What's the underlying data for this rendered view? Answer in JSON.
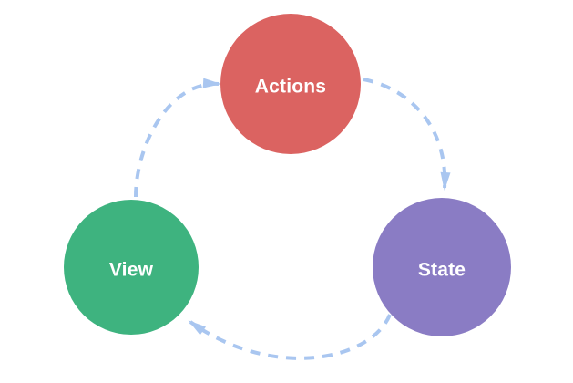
{
  "diagram": {
    "background_color": "#ffffff",
    "arrow_color": "#a9c6f0",
    "label_color": "#ffffff",
    "nodes": [
      {
        "id": "actions",
        "label": "Actions",
        "color": "#db6361"
      },
      {
        "id": "view",
        "label": "View",
        "color": "#3eb37f"
      },
      {
        "id": "state",
        "label": "State",
        "color": "#8a7cc4"
      }
    ],
    "edges": [
      {
        "from": "actions",
        "to": "state"
      },
      {
        "from": "state",
        "to": "view"
      },
      {
        "from": "view",
        "to": "actions"
      }
    ]
  }
}
